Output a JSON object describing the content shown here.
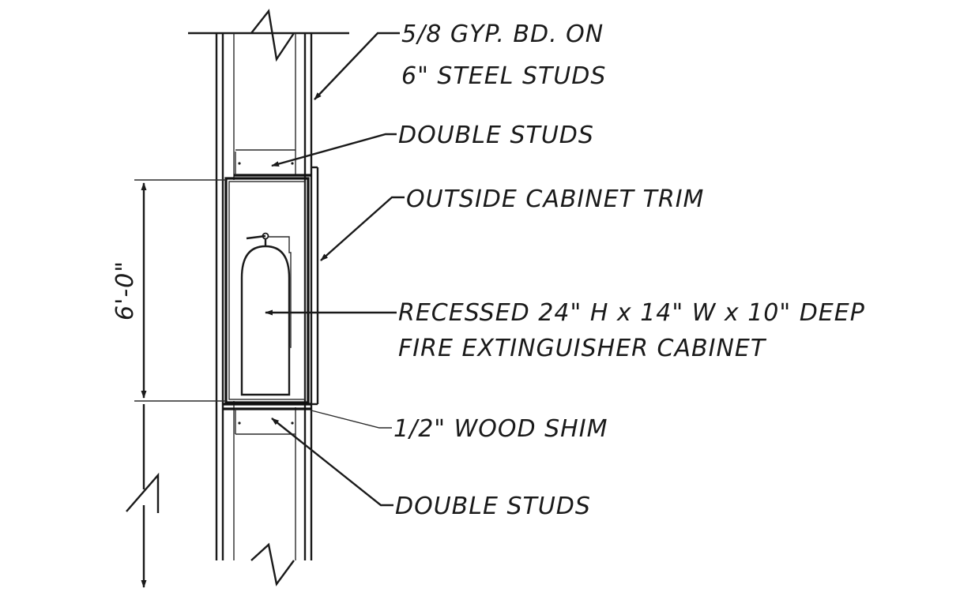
{
  "labels": {
    "gyp_line1": "5/8 GYP. BD. ON",
    "gyp_line2": "6\" STEEL STUDS",
    "double_studs_top": "DOUBLE STUDS",
    "cabinet_trim": "OUTSIDE CABINET TRIM",
    "recessed_line1": "RECESSED 24\" H x 14\" W x 10\" DEEP",
    "recessed_line2": "FIRE EXTINGUISHER CABINET",
    "wood_shim": "1/2\" WOOD SHIM",
    "double_studs_bottom": "DOUBLE STUDS"
  },
  "dimension": {
    "height_label": "6'-0\""
  }
}
